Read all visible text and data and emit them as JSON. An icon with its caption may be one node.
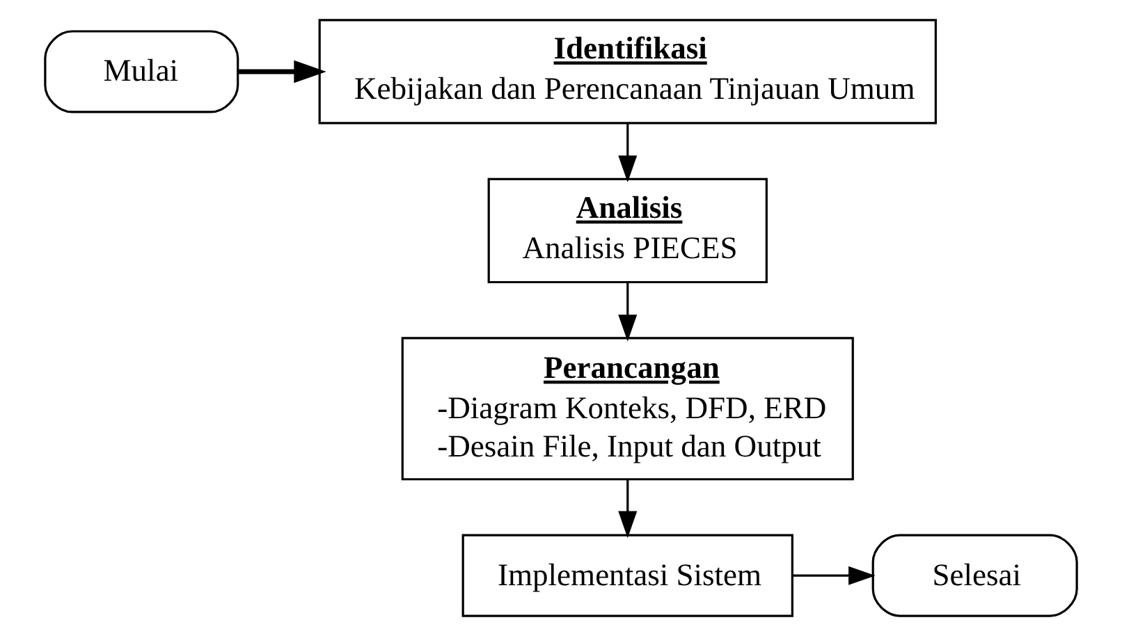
{
  "diagram": {
    "nodes": [
      {
        "text": [
          "Mulai"
        ]
      },
      {
        "text": [
          "Identifikasi",
          "Kebijakan dan Perencanaan Tinjauan Umum"
        ]
      },
      {
        "text": [
          "Analisis",
          "Analisis PIECES"
        ]
      },
      {
        "text": [
          "Perancangan",
          "-Diagram Konteks, DFD, ERD",
          "-Desain File, Input dan Output"
        ]
      },
      {
        "text": [
          "Implementasi Sistem"
        ]
      },
      {
        "text": [
          "Selesai"
        ]
      }
    ],
    "edges": [
      {
        "from": 0,
        "to": 1,
        "arrow": "to",
        "style": "thick"
      },
      {
        "from": 1,
        "to": 2,
        "arrow": "to"
      },
      {
        "from": 2,
        "to": 3,
        "arrow": "to"
      },
      {
        "from": 3,
        "to": 4,
        "arrow": "to"
      },
      {
        "from": 4,
        "to": 5,
        "arrow": "to"
      }
    ]
  }
}
